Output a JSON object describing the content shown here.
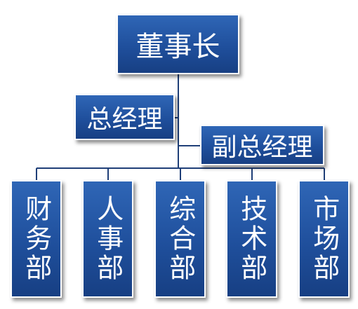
{
  "org": {
    "top": "董事长",
    "general_manager": "总经理",
    "deputy_general_manager": "副总经理",
    "departments": [
      "财务部",
      "人事部",
      "综合部",
      "技术部",
      "市场部"
    ]
  },
  "colors": {
    "box_fill": "#1f4f9c",
    "box_border": "#ffffff",
    "connector": "#1f3f78",
    "text": "#ffffff"
  }
}
